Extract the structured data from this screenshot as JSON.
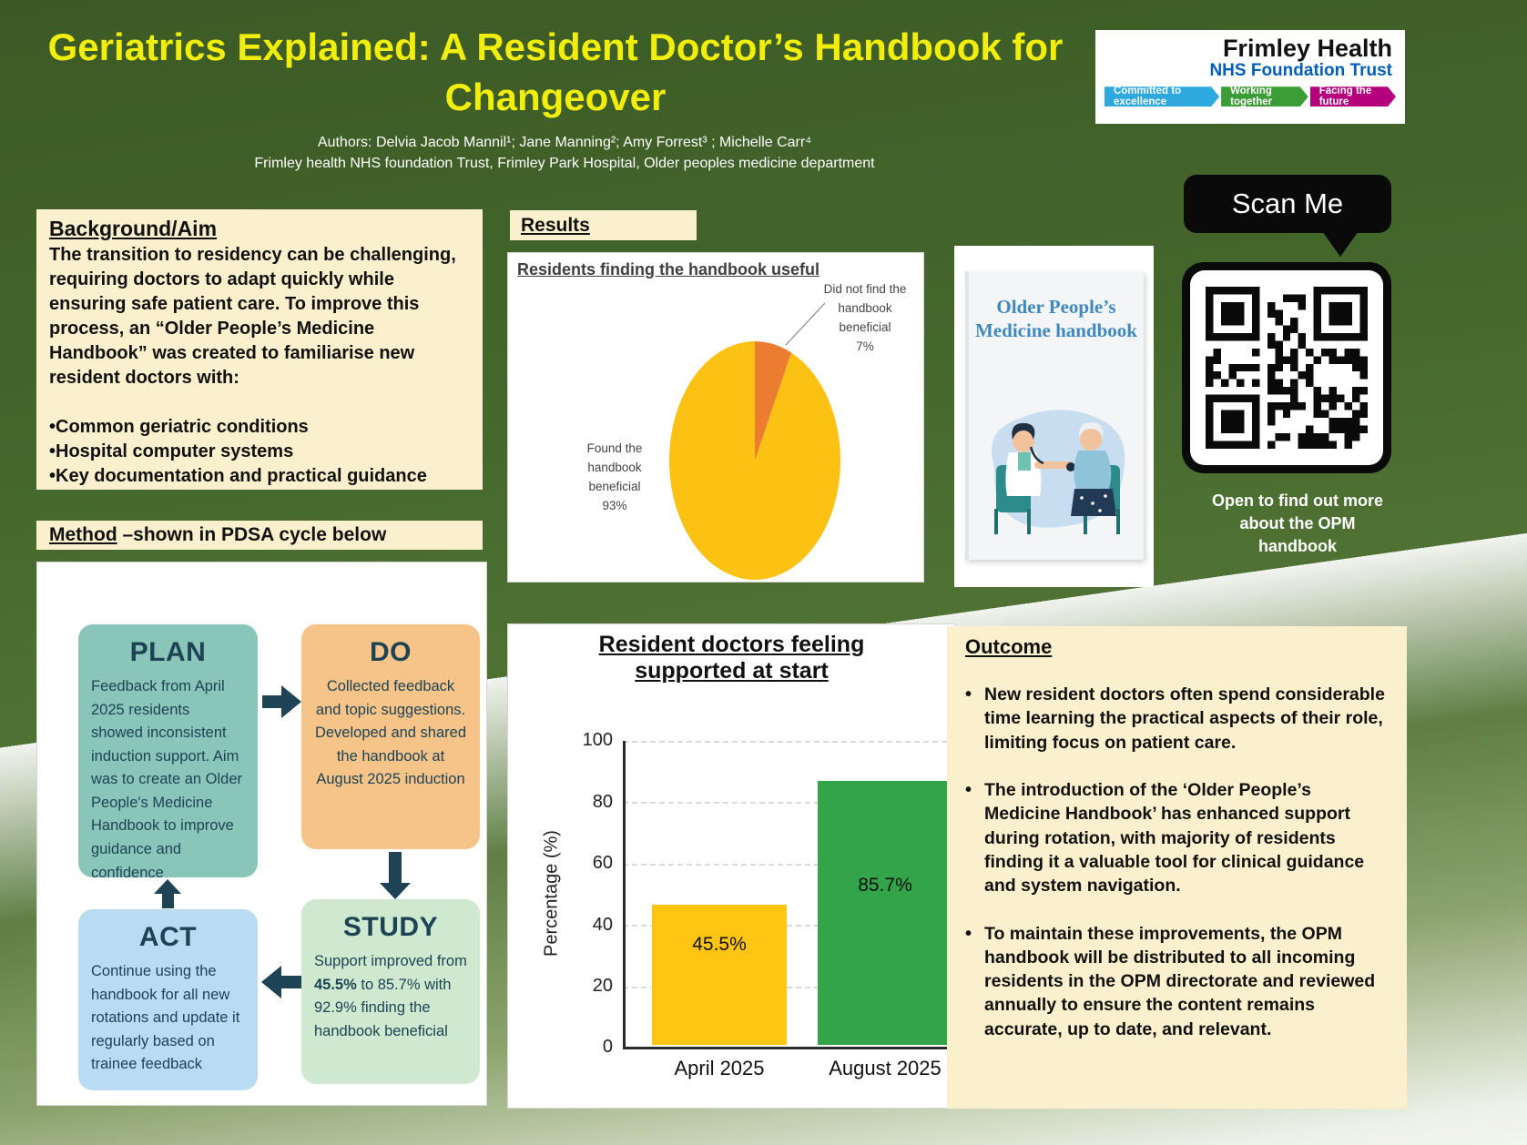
{
  "poster": {
    "title_line1": "Geriatrics Explained: A Resident Doctor’s Handbook for",
    "title_line2": "Changeover",
    "authors": "Authors: Delvia Jacob Mannil¹; Jane Manning²; Amy Forrest³ ; Michelle Carr⁴",
    "affiliation": "Frimley health NHS foundation Trust, Frimley Park Hospital, Older peoples medicine department",
    "title_color": "#f2ee0c",
    "background_green": "#44672c"
  },
  "logo": {
    "org": "Frimley Health",
    "sub": "NHS Foundation Trust",
    "sub_color": "#005eb8",
    "banners": [
      {
        "label": "Committed to excellence",
        "color": "#2da9e0"
      },
      {
        "label": "Working together",
        "color": "#3c9c35"
      },
      {
        "label": "Facing the future",
        "color": "#b5007d"
      }
    ]
  },
  "background_aim": {
    "heading": "Background/Aim",
    "body": "The transition to residency can be challenging, requiring doctors to adapt quickly while ensuring safe patient care. To improve this process, an “Older People’s Medicine Handbook” was created to familiarise new resident doctors with:",
    "bullets": [
      "•Common geriatric conditions",
      "•Hospital computer systems",
      "•Key documentation and practical guidance"
    ]
  },
  "method": {
    "heading": "Method",
    "suffix": " –shown in PDSA cycle below"
  },
  "pdsa": {
    "plan": {
      "title": "PLAN",
      "text": "Feedback from April 2025 residents showed inconsistent induction support. Aim was to create an Older People's Medicine Handbook to improve guidance and confidence",
      "color": "#89c6b9"
    },
    "do": {
      "title": "DO",
      "text": "Collected feedback and topic suggestions. Developed and shared the handbook at August 2025 induction",
      "color": "#f6c489"
    },
    "study": {
      "title": "STUDY",
      "text_pre": "Support improved from ",
      "text_bold": "45.5%",
      "text_post": " to 85.7% with 92.9% finding the handbook beneficial",
      "color": "#cfe9d0"
    },
    "act": {
      "title": "ACT",
      "text": "Continue using the handbook for all new rotations and update it regularly based on trainee feedback",
      "color": "#b9dcf2"
    },
    "arrow_color": "#1d4355"
  },
  "results": {
    "heading": "Results"
  },
  "chart_data": [
    {
      "type": "pie",
      "title": "Residents finding the handbook useful",
      "labels": [
        "Found the handbook beneficial",
        "Did not find the handbook beneficial"
      ],
      "values": [
        93,
        7
      ],
      "pct_labels": [
        "93%",
        "7%"
      ],
      "colors": [
        "#fcc213",
        "#ec7c30"
      ],
      "start_angle_deg": 0,
      "direction": "clockwise",
      "legend_position": "data-labels"
    },
    {
      "type": "bar",
      "title_line1": "Resident doctors feeling",
      "title_line2": "supported at start",
      "categories": [
        "April 2025",
        "August 2025"
      ],
      "values": [
        45.5,
        85.7
      ],
      "value_labels": [
        "45.5%",
        "85.7%"
      ],
      "colors": [
        "#ffc512",
        "#33a44a"
      ],
      "xlabel": "",
      "ylabel": "Percentage (%)",
      "ylim": [
        0,
        100
      ],
      "yticks": [
        0,
        20,
        40,
        60,
        80,
        100
      ],
      "grid": "dashed-horizontal"
    }
  ],
  "handbook": {
    "cover_title": "Older People’s Medicine handbook",
    "cover_title_color": "#4089c0"
  },
  "qr": {
    "bubble_label": "Scan Me",
    "caption": "Open to find out more about the OPM handbook"
  },
  "outcome": {
    "heading": "Outcome",
    "bullets": [
      "New resident doctors often spend considerable time learning the practical aspects of their role, limiting focus on patient care.",
      "The introduction of the ‘Older People’s Medicine Handbook’ has enhanced support during rotation, with majority of residents finding it a valuable tool for clinical guidance and system navigation.",
      "To maintain these improvements, the OPM handbook will be distributed to all incoming residents in the OPM directorate and reviewed annually to ensure the content remains accurate, up to date, and relevant."
    ]
  }
}
